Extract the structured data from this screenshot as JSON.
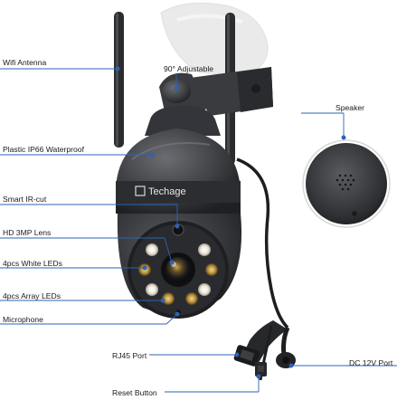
{
  "brand": "Techage",
  "labels": {
    "wifi_antenna": "Wifi Antenna",
    "adjustable": "90° Adjustable",
    "speaker": "Speaker",
    "plastic": "Plastic IP66 Waterproof",
    "smart_ir": "Smart IR-cut",
    "lens": "HD 3MP Lens",
    "white_leds": "4pcs White LEDs",
    "array_leds": "4pcs Array LEDs",
    "microphone": "Microphone",
    "rj45": "RJ45 Port",
    "dc": "DC 12V Port",
    "reset": "Reset Button"
  },
  "colors": {
    "body": "#3c3d40",
    "body_dark": "#232427",
    "leader": "#2b63b8",
    "white_led": "#f3ece0",
    "array_led": "#d6b46a"
  }
}
